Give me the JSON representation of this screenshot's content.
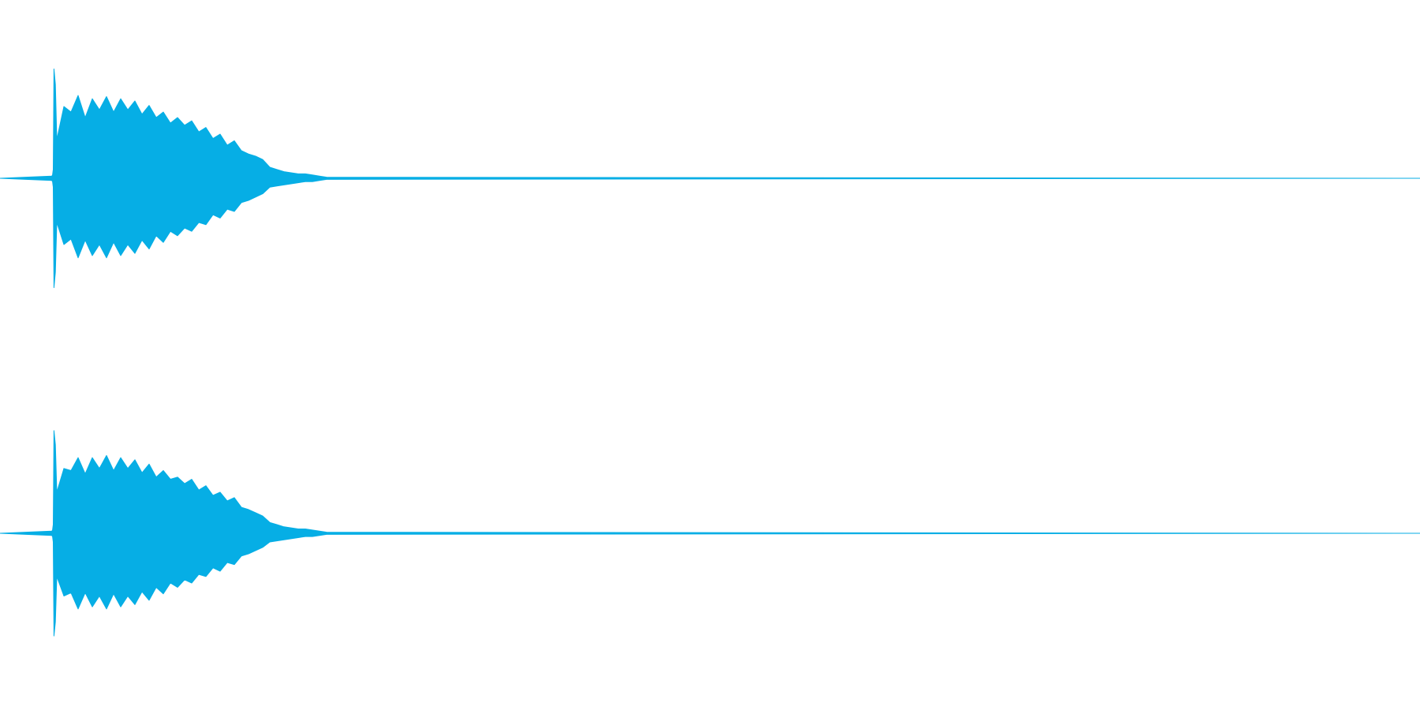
{
  "colors": {
    "background": "#ffffff",
    "waveform": "#06aee5",
    "baseline": "#06aee5"
  },
  "chart_data": {
    "type": "area",
    "kind": "stereo-waveform",
    "channels": [
      {
        "name": "",
        "envelope": {
          "x": [
            0,
            0.0365,
            0.037,
            0.0375,
            0.038,
            0.039,
            0.04,
            0.045,
            0.05,
            0.055,
            0.06,
            0.065,
            0.07,
            0.075,
            0.08,
            0.085,
            0.09,
            0.095,
            0.1,
            0.105,
            0.11,
            0.115,
            0.12,
            0.125,
            0.13,
            0.135,
            0.14,
            0.145,
            0.15,
            0.155,
            0.16,
            0.165,
            0.17,
            0.175,
            0.18,
            0.185,
            0.19,
            0.195,
            0.2,
            0.205,
            0.21,
            0.215,
            0.22,
            0.225,
            0.23,
            1
          ],
          "upper": [
            0,
            0.02,
            0.03,
            0.08,
            0.99,
            0.85,
            0.35,
            0.65,
            0.6,
            0.75,
            0.55,
            0.72,
            0.62,
            0.74,
            0.6,
            0.72,
            0.62,
            0.7,
            0.58,
            0.66,
            0.55,
            0.6,
            0.5,
            0.55,
            0.48,
            0.52,
            0.42,
            0.46,
            0.36,
            0.4,
            0.3,
            0.34,
            0.25,
            0.22,
            0.2,
            0.17,
            0.1,
            0.08,
            0.06,
            0.05,
            0.04,
            0.04,
            0.03,
            0.02,
            0.01,
            0
          ],
          "lower": [
            0,
            0.02,
            0.03,
            0.08,
            0.99,
            0.85,
            0.4,
            0.6,
            0.55,
            0.72,
            0.56,
            0.7,
            0.6,
            0.72,
            0.58,
            0.7,
            0.6,
            0.68,
            0.56,
            0.64,
            0.52,
            0.58,
            0.48,
            0.52,
            0.45,
            0.48,
            0.4,
            0.42,
            0.33,
            0.36,
            0.28,
            0.3,
            0.22,
            0.2,
            0.17,
            0.14,
            0.08,
            0.07,
            0.06,
            0.05,
            0.04,
            0.03,
            0.03,
            0.02,
            0.01,
            0
          ]
        }
      },
      {
        "name": "",
        "envelope": {
          "x": [
            0,
            0.0365,
            0.037,
            0.0375,
            0.038,
            0.039,
            0.04,
            0.045,
            0.05,
            0.055,
            0.06,
            0.065,
            0.07,
            0.075,
            0.08,
            0.085,
            0.09,
            0.095,
            0.1,
            0.105,
            0.11,
            0.115,
            0.12,
            0.125,
            0.13,
            0.135,
            0.14,
            0.145,
            0.15,
            0.155,
            0.16,
            0.165,
            0.17,
            0.175,
            0.18,
            0.185,
            0.19,
            0.195,
            0.2,
            0.205,
            0.21,
            0.215,
            0.22,
            0.225,
            0.23,
            1
          ],
          "upper": [
            0,
            0.02,
            0.03,
            0.08,
            0.95,
            0.82,
            0.38,
            0.6,
            0.58,
            0.7,
            0.55,
            0.7,
            0.6,
            0.72,
            0.58,
            0.7,
            0.6,
            0.68,
            0.56,
            0.64,
            0.52,
            0.58,
            0.5,
            0.52,
            0.46,
            0.5,
            0.4,
            0.44,
            0.35,
            0.38,
            0.3,
            0.33,
            0.24,
            0.22,
            0.19,
            0.16,
            0.1,
            0.08,
            0.06,
            0.05,
            0.04,
            0.04,
            0.03,
            0.02,
            0.01,
            0
          ],
          "lower": [
            0,
            0.02,
            0.03,
            0.08,
            0.95,
            0.82,
            0.4,
            0.58,
            0.55,
            0.7,
            0.55,
            0.68,
            0.58,
            0.7,
            0.56,
            0.68,
            0.58,
            0.66,
            0.54,
            0.62,
            0.5,
            0.56,
            0.46,
            0.5,
            0.43,
            0.46,
            0.38,
            0.4,
            0.32,
            0.35,
            0.27,
            0.29,
            0.21,
            0.19,
            0.16,
            0.13,
            0.08,
            0.07,
            0.06,
            0.05,
            0.04,
            0.03,
            0.03,
            0.02,
            0.01,
            0
          ]
        }
      }
    ],
    "grid": false,
    "legend": "none"
  }
}
